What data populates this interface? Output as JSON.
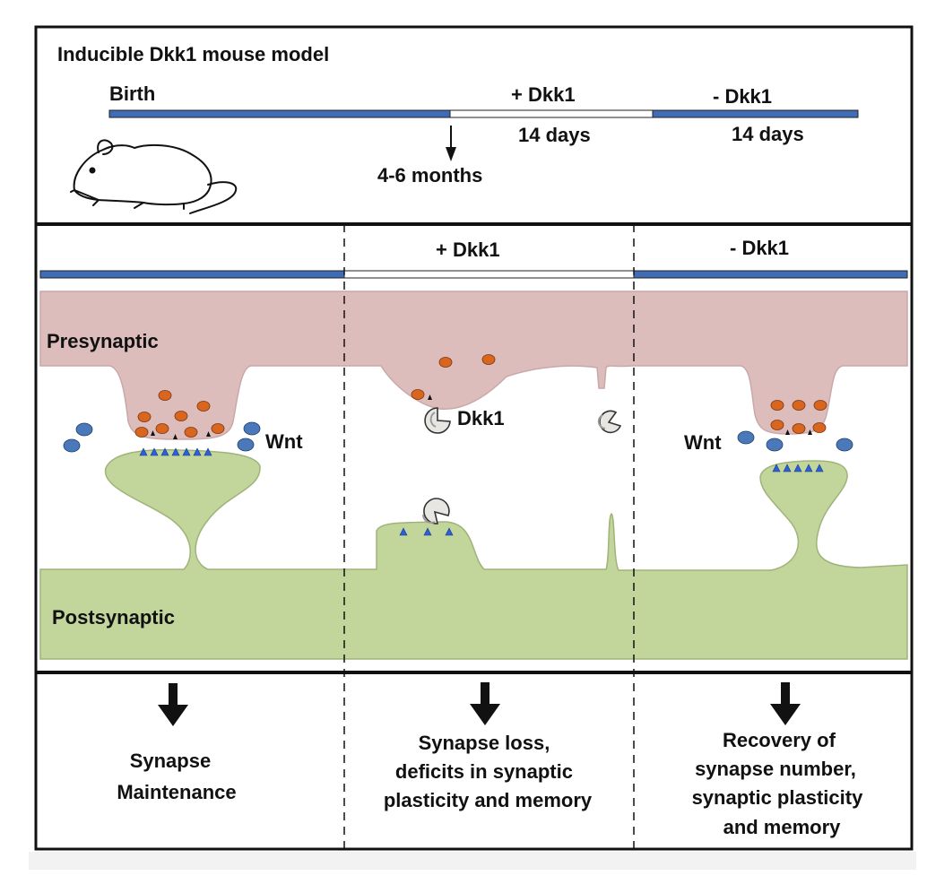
{
  "colors": {
    "timeline_blue": "#3f6db5",
    "presynaptic_fill": "#ddbcbc",
    "postsynaptic_fill": "#c2d69b",
    "vesicle_orange": "#d9661f",
    "wnt_blue": "#4a78b8",
    "receptor_blue": "#2e5fd6",
    "dkk1_grey": "#e8e6e3",
    "frame": "#111111"
  },
  "icons": {
    "mouse": "mouse-outline-icon",
    "dkk1": "pacman-shaped-dkk1-icon",
    "wnt": "blue-sphere-wnt-icon"
  },
  "header": {
    "title": "Inducible Dkk1 mouse model",
    "timeline": {
      "birth_label": "Birth",
      "plus_label": "+ Dkk1",
      "plus_duration": "14 days",
      "minus_label": "- Dkk1",
      "minus_duration": "14 days",
      "age_label": "4-6 months"
    }
  },
  "panels": {
    "plus_header": "+ Dkk1",
    "minus_header": "- Dkk1"
  },
  "synapse": {
    "presynaptic_label": "Presynaptic",
    "postsynaptic_label": "Postsynaptic",
    "wnt_label_left": "Wnt",
    "wnt_label_right": "Wnt",
    "dkk1_label": "Dkk1"
  },
  "outcomes": {
    "left": [
      "Synapse",
      "Maintenance"
    ],
    "middle": [
      "Synapse loss,",
      "deficits in synaptic",
      "plasticity and memory"
    ],
    "right": [
      "Recovery of",
      "synapse number,",
      "synaptic plasticity",
      "and memory"
    ]
  }
}
